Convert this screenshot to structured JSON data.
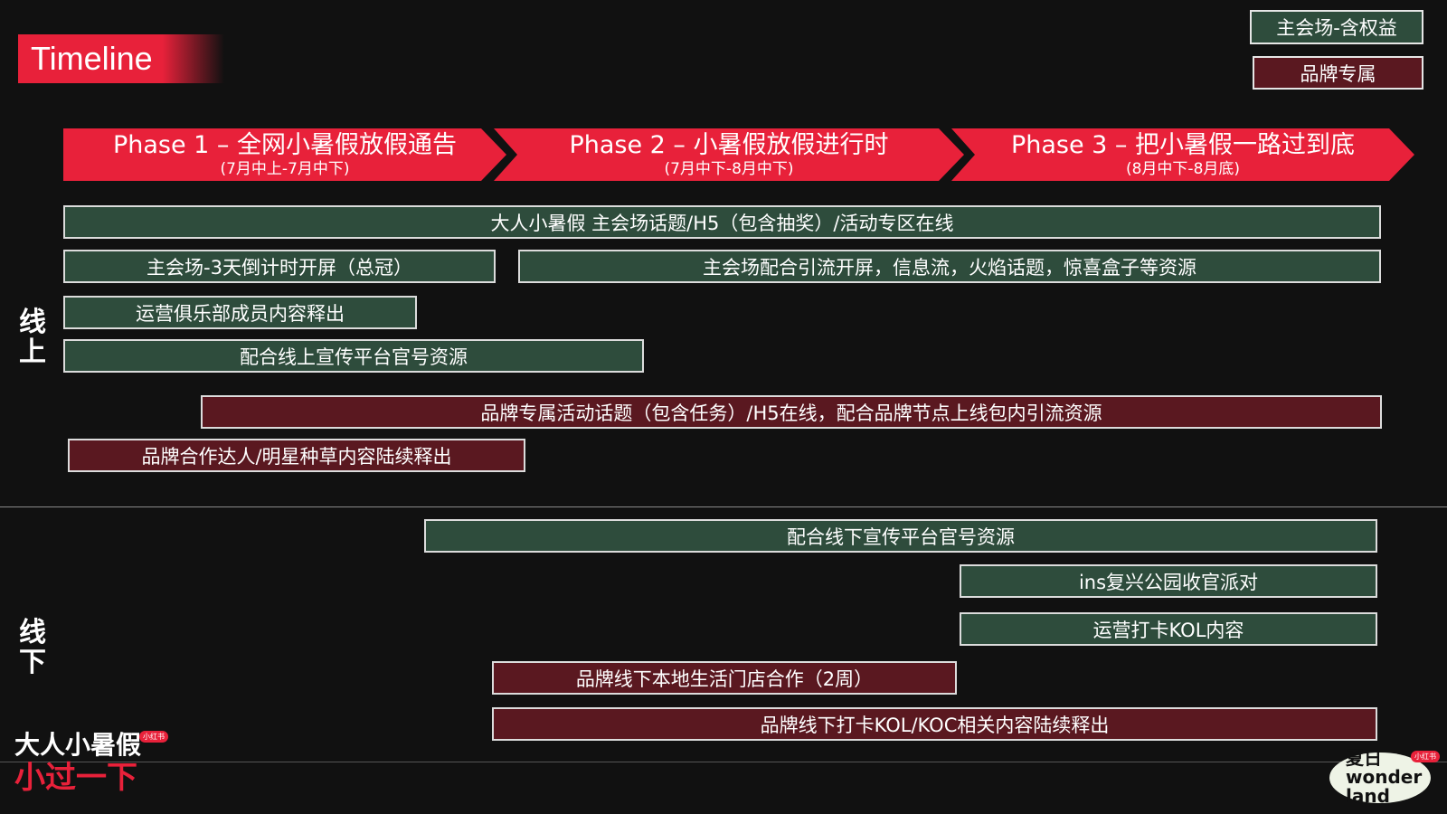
{
  "header": {
    "title": "Timeline"
  },
  "legend": [
    {
      "label": "主会场-含权益",
      "color": "#2e4c3c"
    },
    {
      "label": "品牌专属",
      "color": "#5a1820"
    }
  ],
  "phases": [
    {
      "title": "Phase 1 – 全网小暑假放假通告",
      "subtitle": "(7月中上-7月中下)"
    },
    {
      "title": "Phase 2 – 小暑假放假进行时",
      "subtitle": "(7月中下-8月中下)"
    },
    {
      "title": "Phase 3 – 把小暑假一路过到底",
      "subtitle": "(8月中下-8月底)"
    }
  ],
  "online": {
    "label": "线上",
    "bars": [
      "大人小暑假 主会场话题/H5（包含抽奖）/活动专区在线",
      "主会场-3天倒计时开屏（总冠）",
      "主会场配合引流开屏，信息流，火焰话题，惊喜盒子等资源",
      "运营俱乐部成员内容释出",
      "配合线上宣传平台官号资源",
      "品牌专属活动话题（包含任务）/H5在线，配合品牌节点上线包内引流资源",
      "品牌合作达人/明星种草内容陆续释出"
    ]
  },
  "offline": {
    "label": "线下",
    "bars": [
      "配合线下宣传平台官号资源",
      "ins复兴公园收官派对",
      "运营打卡KOL内容",
      "品牌线下本地生活门店合作（2周）",
      "品牌线下打卡KOL/KOC相关内容陆续释出"
    ]
  },
  "footer": {
    "logo_left_line1": "大人小暑假",
    "logo_left_line2": "小过一下",
    "logo_badge": "小红书",
    "logo_right_line1": "夏日",
    "logo_right_line2": "wonder",
    "logo_right_line3": "land"
  },
  "colors": {
    "accent_red": "#e8213a",
    "main_green": "#2e4c3c",
    "brand_maroon": "#5a1820",
    "background": "#111111"
  }
}
